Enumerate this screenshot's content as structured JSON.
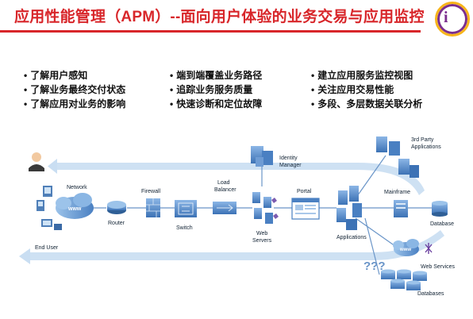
{
  "header": {
    "title": "应用性能管理（APM）--面向用户体验的业务交易与应用监控"
  },
  "bullets": {
    "col1": [
      "了解用户感知",
      "了解业务最终交付状态",
      "了解应用对业务的影响"
    ],
    "col2": [
      "端到端覆盖业务路径",
      "追踪业务服务质量",
      "快速诊断和定位故障"
    ],
    "col3": [
      "建立应用服务监控视图",
      "关注应用交易性能",
      "多段、多层数据关联分析"
    ]
  },
  "diagram": {
    "network": "Network",
    "www": "www",
    "end_user": "End User",
    "router": "Router",
    "firewall": "Firewall",
    "switch": "Switch",
    "load_balancer_line1": "Load",
    "load_balancer_line2": "Balancer",
    "identity_line1": "Identity",
    "identity_line2": "Manager",
    "web_servers_line1": "Web",
    "web_servers_line2": "Servers",
    "portal": "Portal",
    "applications": "Applications",
    "mainframe": "Mainframe",
    "third_party_line1": "3rd Party",
    "third_party_line2": "Applications",
    "database": "Database",
    "web_services": "Web Services",
    "databases": "Databases",
    "qmarks": "???"
  },
  "colors": {
    "title": "#d8262a",
    "flow_arrow": "#bcd7f0",
    "device": "#5b8fc9",
    "device_dark": "#2f5f96"
  }
}
